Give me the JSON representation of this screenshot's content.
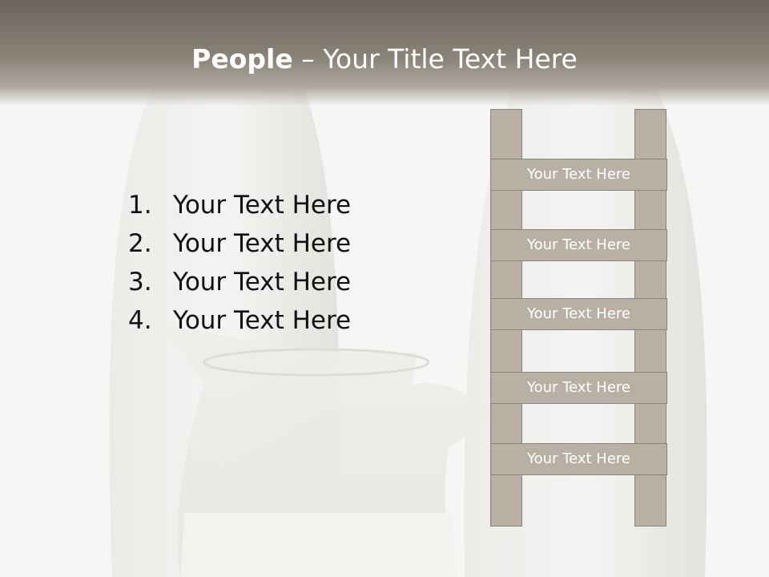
{
  "slide": {
    "title_bold": "People",
    "title_rest": " – Your Title Text Here"
  },
  "list": {
    "items": [
      {
        "number": "1.",
        "text": "Your Text Here"
      },
      {
        "number": "2.",
        "text": "Your Text Here"
      },
      {
        "number": "3.",
        "text": "Your Text Here"
      },
      {
        "number": "4.",
        "text": "Your Text Here"
      }
    ]
  },
  "ladder": {
    "rungs": [
      "Your Text Here",
      "Your Text Here",
      "Your Text Here",
      "Your Text Here",
      "Your Text Here"
    ]
  },
  "colors": {
    "title_bar": "#6b645b",
    "ladder_fill": "#b8b0a5",
    "ladder_border": "#8b8479",
    "background": "#f7f6f4"
  },
  "background_image": "faded-milk-jug-photo"
}
